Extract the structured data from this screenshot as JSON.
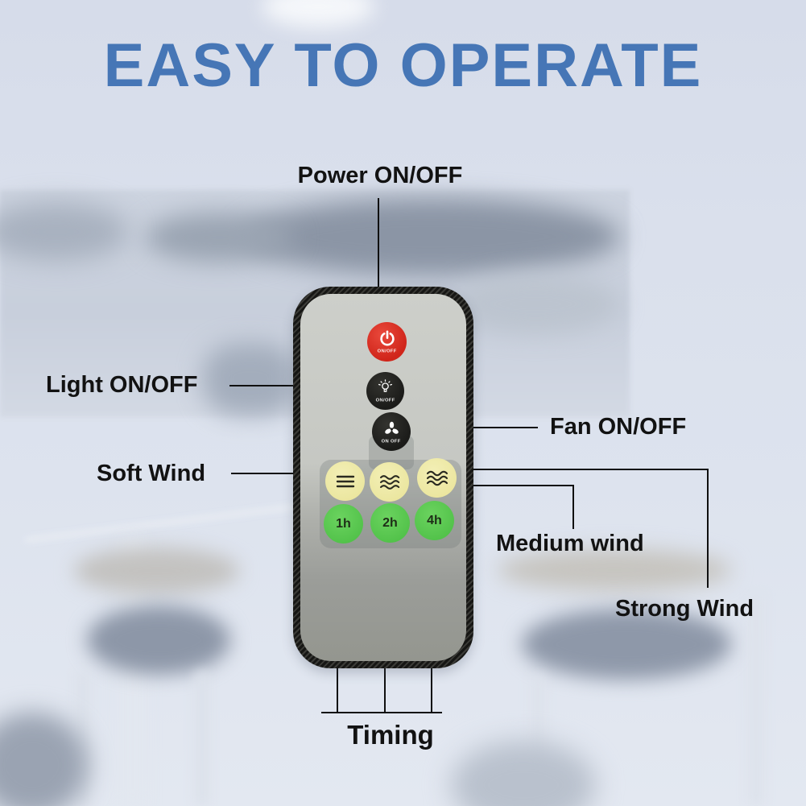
{
  "title": "EASY TO OPERATE",
  "colors": {
    "title_blue": "#4676b6",
    "annotation_text": "#121212",
    "power_red": "#d0251a",
    "black_button": "#1b1b19",
    "yellow_button": "#ebe69f",
    "green_button": "#52c24a",
    "remote_body_light": "#cdcfca",
    "remote_body_dark": "#9b9d99"
  },
  "remote": {
    "buttons": {
      "power": {
        "caption": "ON/OFF"
      },
      "light": {
        "caption": "ON/OFF"
      },
      "fan": {
        "caption": "ON OFF"
      },
      "timer_1h": {
        "label": "1h"
      },
      "timer_2h": {
        "label": "2h"
      },
      "timer_4h": {
        "label": "4h"
      }
    }
  },
  "annotations": {
    "power": "Power ON/OFF",
    "light": "Light ON/OFF",
    "fan": "Fan ON/OFF",
    "soft_wind": "Soft Wind",
    "medium_wind": "Medium wind",
    "strong_wind": "Strong Wind",
    "timing": "Timing"
  }
}
